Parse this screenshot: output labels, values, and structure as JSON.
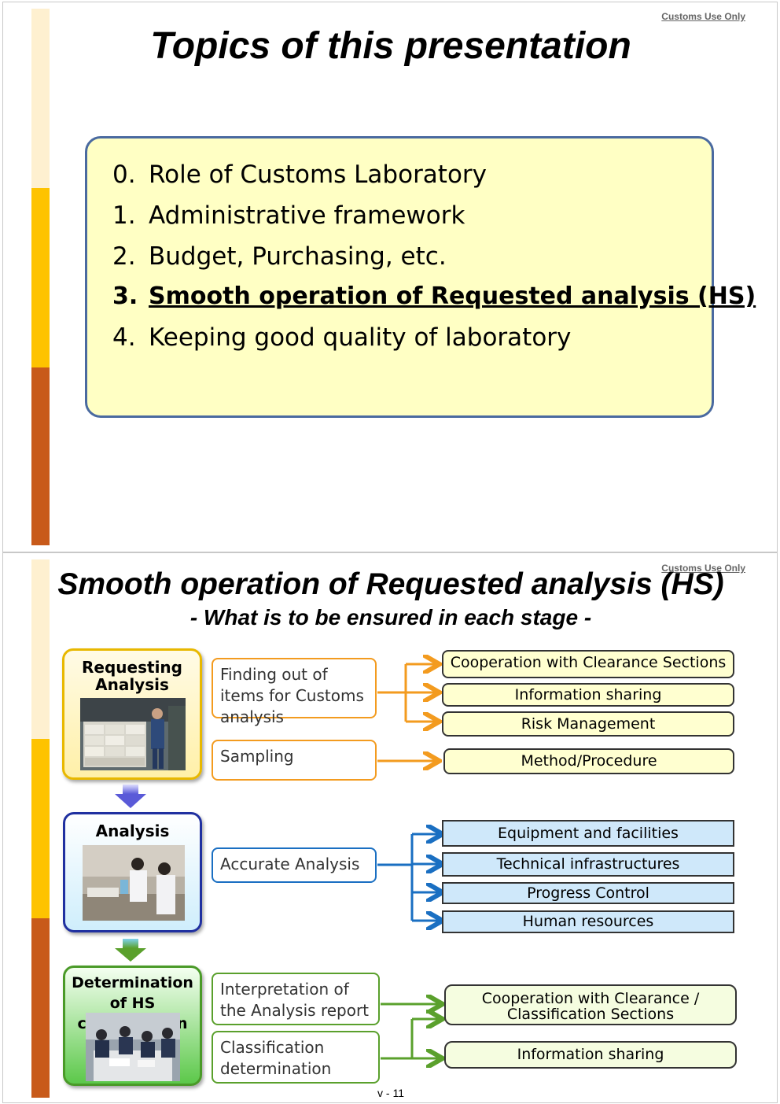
{
  "slide1": {
    "tag": "Customs Use Only",
    "title": "Topics of this presentation",
    "topics": [
      {
        "num": "0.",
        "label": "Role of Customs Laboratory"
      },
      {
        "num": "1.",
        "label": "Administrative framework"
      },
      {
        "num": "2.",
        "label": "Budget, Purchasing, etc."
      },
      {
        "num": "3.",
        "label": "Smooth operation of Requested analysis (HS)"
      },
      {
        "num": "4.",
        "label": "Keeping good quality of laboratory"
      }
    ]
  },
  "slide2": {
    "tag": "Customs Use Only",
    "title": "Smooth operation of Requested analysis (HS)",
    "subtitle": "- What is to be ensured in each stage -",
    "stages": [
      {
        "title": "Requesting Analysis",
        "photo": "warehouse-inspection-photo"
      },
      {
        "title": "Analysis",
        "photo": "laboratory-photo"
      },
      {
        "title": "Determination of HS classification",
        "photo": "meeting-photo"
      }
    ],
    "tasks": [
      "Finding out of items for Customs analysis",
      "Sampling",
      "Accurate Analysis",
      "Interpretation of the Analysis report",
      "Classification determination"
    ],
    "requirements": {
      "requesting": [
        "Cooperation with Clearance Sections",
        "Information sharing",
        "Risk Management",
        "Method/Procedure"
      ],
      "analysis": [
        "Equipment and facilities",
        "Technical infrastructures",
        "Progress Control",
        "Human resources"
      ],
      "determination": [
        "Cooperation with Clearance / Classification Sections",
        "Information sharing"
      ]
    },
    "page_number": "v - 11"
  },
  "colors": {
    "band_cream": "#fef0d0",
    "band_yellow": "#fec300",
    "band_orange": "#c85a1a",
    "orange_accent": "#f39b1f",
    "blue_accent": "#1a6fc2",
    "green_accent": "#5aa02c"
  }
}
